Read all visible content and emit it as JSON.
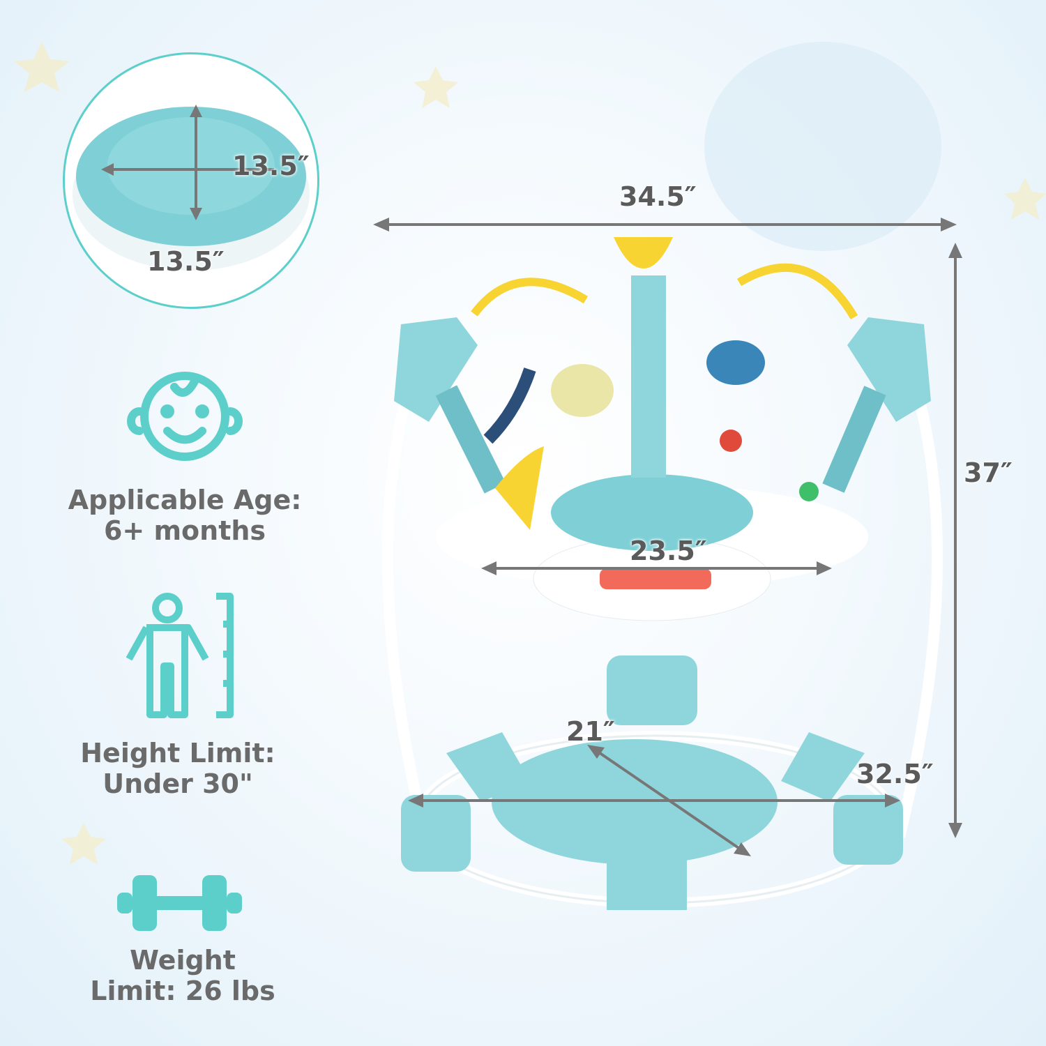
{
  "colors": {
    "accent": "#5ccfcb",
    "text": "#6a6a6a",
    "arrow": "#777777",
    "product_teal": "#8fd6dc",
    "product_yellow": "#f7d431"
  },
  "inset": {
    "seat_width": "13.5″",
    "seat_depth": "13.5″"
  },
  "features": [
    {
      "icon": "baby-face-icon",
      "line1": "Applicable Age:",
      "line2": "6+ months"
    },
    {
      "icon": "height-ruler-icon",
      "line1": "Height Limit:",
      "line2": "Under 30\""
    },
    {
      "icon": "dumbbell-icon",
      "line1": "Weight",
      "line2": "Limit: 26 lbs"
    }
  ],
  "dimensions": {
    "width": "34.5″",
    "height": "37″",
    "tray_width": "23.5″",
    "mat_diameter": "21″",
    "base_width": "32.5″"
  }
}
